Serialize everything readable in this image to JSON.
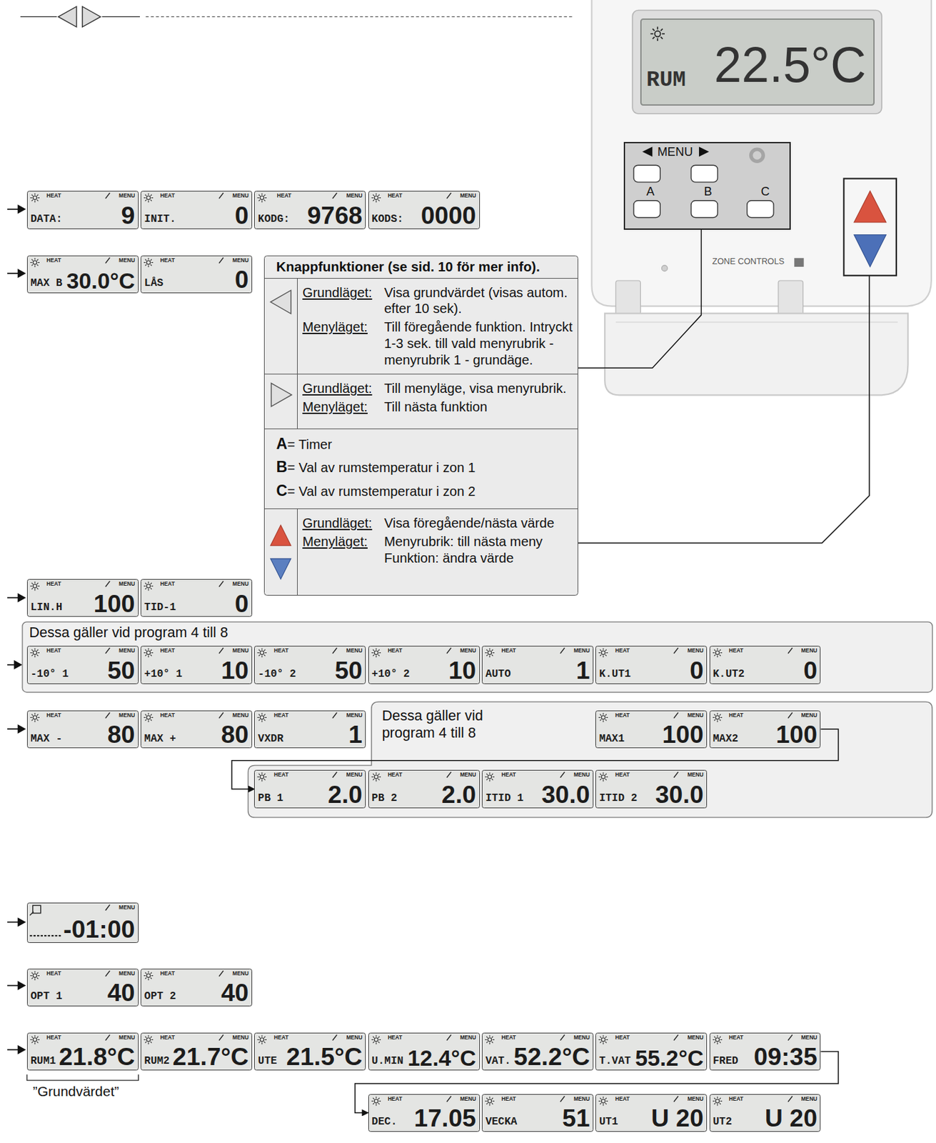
{
  "diagram": {
    "nodes": [
      {
        "text": [
          "RUM",
          "22.5°C"
        ]
      },
      {
        "text": [
          "MENU",
          "A",
          "B",
          "C"
        ]
      },
      {
        "text": [
          "HEAT",
          "MENU",
          "DATA:",
          "9"
        ]
      },
      {
        "text": [
          "HEAT",
          "MENU",
          "INIT.",
          "0"
        ]
      },
      {
        "text": [
          "HEAT",
          "MENU",
          "KODG:",
          "9768"
        ]
      },
      {
        "text": [
          "HEAT",
          "MENU",
          "KODS:",
          "0000"
        ]
      },
      {
        "text": [
          "HEAT",
          "MENU",
          "MAX B",
          "30.0°C"
        ]
      },
      {
        "text": [
          "HEAT",
          "MENU",
          "LÅS",
          "0"
        ]
      },
      {
        "text": [
          "Knappfunktioner (se sid. 10 för mer info)."
        ]
      },
      {
        "text": [
          "Grundläget:",
          "Visa grundvärdet (visas autom. efter 10 sek).",
          "Menyläget:",
          "Till föregående funktion. Intryckt 1-3 sek. till vald menyrubrik - menyrubrik 1 - grundäge."
        ],
        "in": 8
      },
      {
        "text": [
          "Grundläget:",
          "Till menyläge, visa menyrubrik.",
          "Menyläget:",
          "Till nästa funktion"
        ],
        "in": 8
      },
      {
        "text": [
          "A",
          "= Timer",
          "B",
          "= Val av rumstemperatur i zon 1",
          "C",
          "= Val av rumstemperatur i zon 2"
        ],
        "in": 8
      },
      {
        "text": [
          "Grundläget:",
          "Visa föregående/nästa värde",
          "Menyläget:",
          "Menyrubrik: till nästa meny Funktion: ändra värde"
        ],
        "in": 8
      },
      {
        "text": [
          "HEAT",
          "MENU",
          "LIN.H",
          "100"
        ]
      },
      {
        "text": [
          "HEAT",
          "MENU",
          "TID-1",
          "0"
        ]
      },
      {
        "text": [
          "Dessa gäller vid program 4 till 8"
        ]
      },
      {
        "text": [
          "HEAT",
          "MENU",
          "-10° 1",
          "50"
        ],
        "in": 15
      },
      {
        "text": [
          "HEAT",
          "MENU",
          "+10° 1",
          "10"
        ],
        "in": 15
      },
      {
        "text": [
          "HEAT",
          "MENU",
          "-10° 2",
          "50"
        ],
        "in": 15
      },
      {
        "text": [
          "HEAT",
          "MENU",
          "+10° 2",
          "10"
        ],
        "in": 15
      },
      {
        "text": [
          "HEAT",
          "MENU",
          "AUTO",
          "1"
        ],
        "in": 15
      },
      {
        "text": [
          "HEAT",
          "MENU",
          "K.UT1",
          "0"
        ],
        "in": 15
      },
      {
        "text": [
          "HEAT",
          "MENU",
          "K.UT2",
          "0"
        ],
        "in": 15
      },
      {
        "text": [
          "HEAT",
          "MENU",
          "MAX -",
          "80"
        ]
      },
      {
        "text": [
          "HEAT",
          "MENU",
          "MAX +",
          "80"
        ]
      },
      {
        "text": [
          "HEAT",
          "MENU",
          "VXDR",
          "1"
        ]
      },
      {
        "text": [
          "Dessa gäller vid program 4 till 8"
        ]
      },
      {
        "text": [
          "HEAT",
          "MENU",
          "MAX1",
          "100"
        ],
        "in": 26
      },
      {
        "text": [
          "HEAT",
          "MENU",
          "MAX2",
          "100"
        ],
        "in": 26
      },
      {
        "text": [
          "HEAT",
          "MENU",
          "PB 1",
          "2.0"
        ],
        "in": 26
      },
      {
        "text": [
          "HEAT",
          "MENU",
          "PB 2",
          "2.0"
        ],
        "in": 26
      },
      {
        "text": [
          "HEAT",
          "MENU",
          "ITID 1",
          "30.0"
        ],
        "in": 26
      },
      {
        "text": [
          "HEAT",
          "MENU",
          "ITID 2",
          "30.0"
        ],
        "in": 26
      },
      {
        "text": [
          "MENU",
          "-01:00"
        ]
      },
      {
        "text": [
          "HEAT",
          "MENU",
          "OPT 1",
          "40"
        ]
      },
      {
        "text": [
          "HEAT",
          "MENU",
          "OPT 2",
          "40"
        ]
      },
      {
        "text": [
          "HEAT",
          "MENU",
          "RUM1",
          "21.8°C"
        ]
      },
      {
        "text": [
          "HEAT",
          "MENU",
          "RUM2",
          "21.7°C"
        ]
      },
      {
        "text": [
          "HEAT",
          "MENU",
          "UTE",
          "21.5°C"
        ]
      },
      {
        "text": [
          "HEAT",
          "MENU",
          "U.MIN",
          "12.4°C"
        ]
      },
      {
        "text": [
          "HEAT",
          "MENU",
          "VAT.",
          "52.2°C"
        ]
      },
      {
        "text": [
          "HEAT",
          "MENU",
          "T.VAT",
          "55.2°C"
        ]
      },
      {
        "text": [
          "HEAT",
          "MENU",
          "FRED",
          "09:35"
        ]
      },
      {
        "text": [
          "HEAT",
          "MENU",
          "DEC.",
          "17.05"
        ]
      },
      {
        "text": [
          "HEAT",
          "MENU",
          "VECKA",
          "51"
        ]
      },
      {
        "text": [
          "HEAT",
          "MENU",
          "UT1",
          "U 20"
        ]
      },
      {
        "text": [
          "HEAT",
          "MENU",
          "UT2",
          "U 20"
        ]
      }
    ],
    "edges": [
      {
        "from": 9,
        "to": 1,
        "arrow": "none"
      },
      {
        "from": 28,
        "to": 29,
        "arrow": "to"
      },
      {
        "from": 42,
        "to": 43,
        "arrow": "to"
      }
    ],
    "labels": [
      "ZONE CONTROLS",
      "”Grundvärdet”"
    ]
  }
}
